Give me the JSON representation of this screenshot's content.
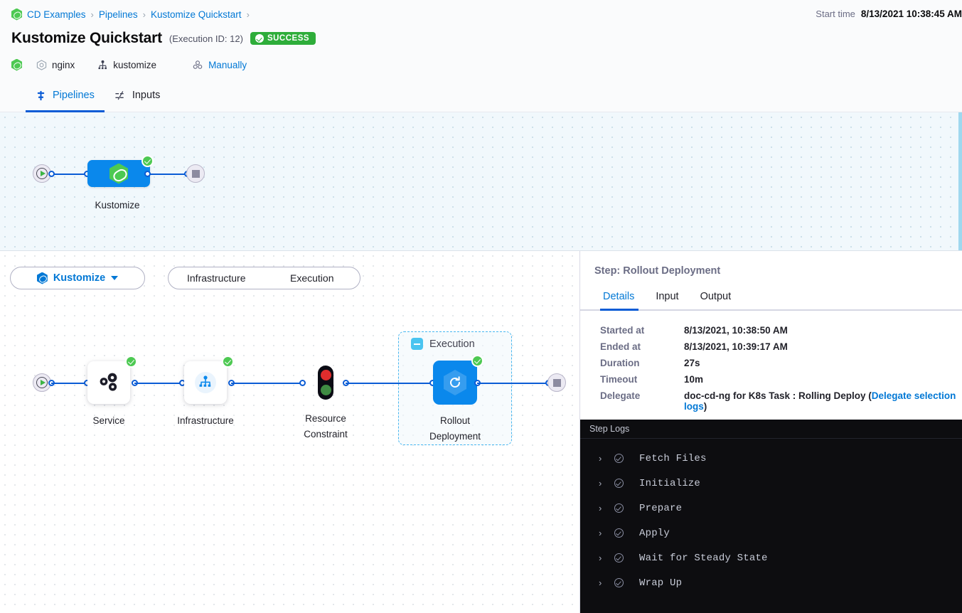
{
  "header": {
    "breadcrumb": [
      {
        "label": "CD Examples"
      },
      {
        "label": "Pipelines"
      },
      {
        "label": "Kustomize Quickstart"
      }
    ],
    "separator": "›",
    "title": "Kustomize Quickstart",
    "execution_id": "(Execution ID: 12)",
    "status_badge": "SUCCESS",
    "status_color": "#2ead3a",
    "start_time_label": "Start time",
    "start_time_value": "8/13/2021 10:38:45 AM",
    "meta": [
      {
        "icon": "service-icon",
        "label": "nginx",
        "link": false
      },
      {
        "icon": "infrastructure-icon",
        "label": "kustomize",
        "link": false
      },
      {
        "icon": "trigger-icon",
        "label": "Manually",
        "link": true
      }
    ]
  },
  "tabs": [
    {
      "label": "Pipelines",
      "icon": "pipeline-icon",
      "active": true
    },
    {
      "label": "Inputs",
      "icon": "inputs-icon",
      "active": false
    }
  ],
  "pipeline_graph": {
    "start_node": "start-node",
    "end_node": "end-node",
    "stage": {
      "label": "Kustomize",
      "icon": "harness-logo-icon",
      "status": "success"
    }
  },
  "stage_selector": {
    "stage_name": "Kustomize",
    "caret": "chevron-down-icon",
    "segments": [
      {
        "label": "Infrastructure"
      },
      {
        "label": "Execution"
      }
    ]
  },
  "execution_graph": {
    "group_label": "Execution",
    "nodes": [
      {
        "label": "Service",
        "icon": "cogs-icon",
        "status": "success"
      },
      {
        "label": "Infrastructure",
        "icon": "infra-tree-icon",
        "status": "success"
      },
      {
        "label": "Resource\nConstraint",
        "label_line1": "Resource",
        "label_line2": "Constraint",
        "icon": "traffic-light-icon",
        "status": "none"
      },
      {
        "label": "Rollout\nDeployment",
        "label_line1": "Rollout",
        "label_line2": "Deployment",
        "icon": "rollout-icon",
        "status": "success",
        "selected": true
      }
    ]
  },
  "right_panel": {
    "step_title": "Step: Rollout Deployment",
    "tabs": [
      {
        "label": "Details",
        "active": true
      },
      {
        "label": "Input",
        "active": false
      },
      {
        "label": "Output",
        "active": false
      }
    ],
    "details": [
      {
        "key": "Started at",
        "value": "8/13/2021, 10:38:50 AM"
      },
      {
        "key": "Ended at",
        "value": "8/13/2021, 10:39:17 AM"
      },
      {
        "key": "Duration",
        "value": "27s"
      },
      {
        "key": "Timeout",
        "value": "10m"
      }
    ],
    "delegate": {
      "key": "Delegate",
      "value_prefix": "doc-cd-ng for K8s Task : Rolling Deploy (",
      "link_text": "Delegate selection logs",
      "value_suffix": ")"
    },
    "logs": {
      "header": "Step Logs",
      "entries": [
        {
          "label": "Fetch Files",
          "status": "success"
        },
        {
          "label": "Initialize",
          "status": "success"
        },
        {
          "label": "Prepare",
          "status": "success"
        },
        {
          "label": "Apply",
          "status": "success"
        },
        {
          "label": "Wait for Steady State",
          "status": "success"
        },
        {
          "label": "Wrap Up",
          "status": "success"
        }
      ],
      "chevron": "›"
    }
  }
}
